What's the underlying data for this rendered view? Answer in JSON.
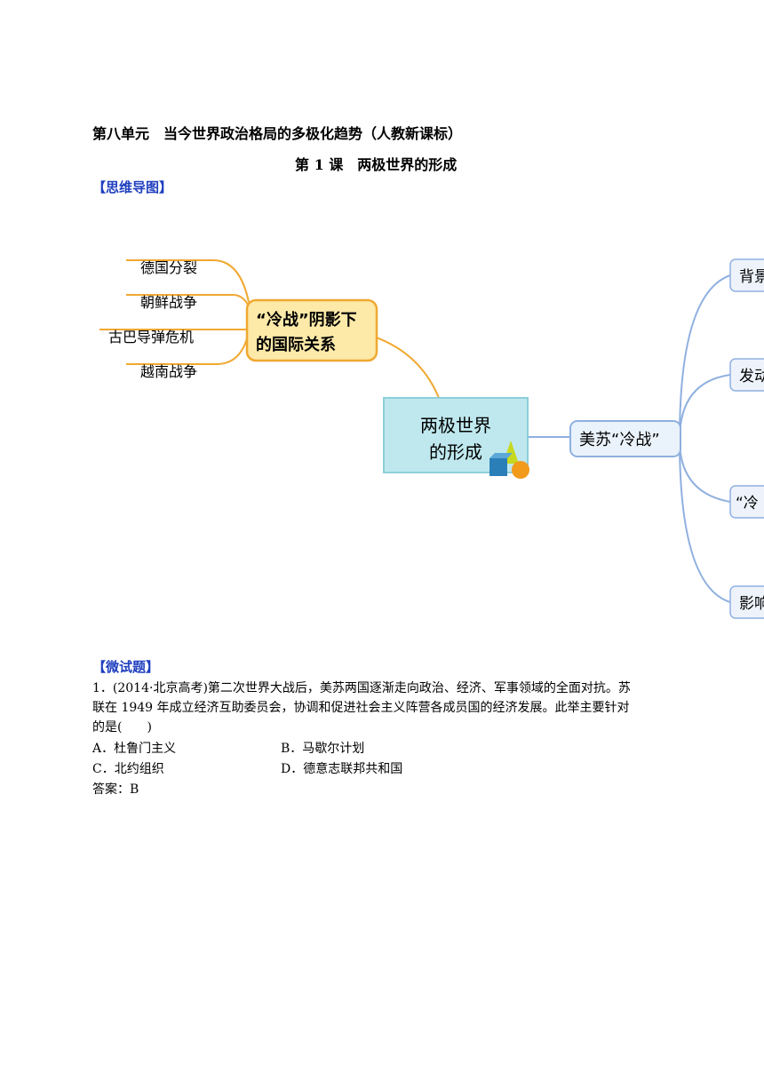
{
  "header": {
    "unit_title": "第八单元　当今世界政治格局的多极化趋势（人教新课标）",
    "lesson_title": "第 1 课　两极世界的形成"
  },
  "mindmap": {
    "section_label": "【思维导图】",
    "center": {
      "line1": "两极世界",
      "line2": "的形成"
    },
    "left_node": {
      "line1": "“冷战”阴影下",
      "line2": "的国际关系"
    },
    "left_leaves": [
      "德国分裂",
      "朝鲜战争",
      "古巴导弹危机",
      "越南战争"
    ],
    "right_node": "美苏“冷战”",
    "right_leaves": [
      "背景",
      "发动",
      "“冷",
      "影响"
    ],
    "colors": {
      "orange": "#f0a830",
      "orange_fill": "#fde9a8",
      "blue_line": "#8fb0e0",
      "center_fill": "#bfe8ee",
      "center_border": "#8ccfda"
    }
  },
  "quiz": {
    "section_label": "【微试题】",
    "q1_line1": "1．(2014·北京高考)第二次世界大战后，美苏两国逐渐走向政治、经济、军事领域的全面对抗。苏",
    "q1_line2": "联在 1949 年成立经济互助委员会，协调和促进社会主义阵营各成员国的经济发展。此举主要针对",
    "q1_line3": "的是(　　)",
    "options": {
      "a": "A．杜鲁门主义",
      "b": "B．马歇尔计划",
      "c": "C．北约组织",
      "d": "D．德意志联邦共和国"
    },
    "answer": "答案：B"
  }
}
